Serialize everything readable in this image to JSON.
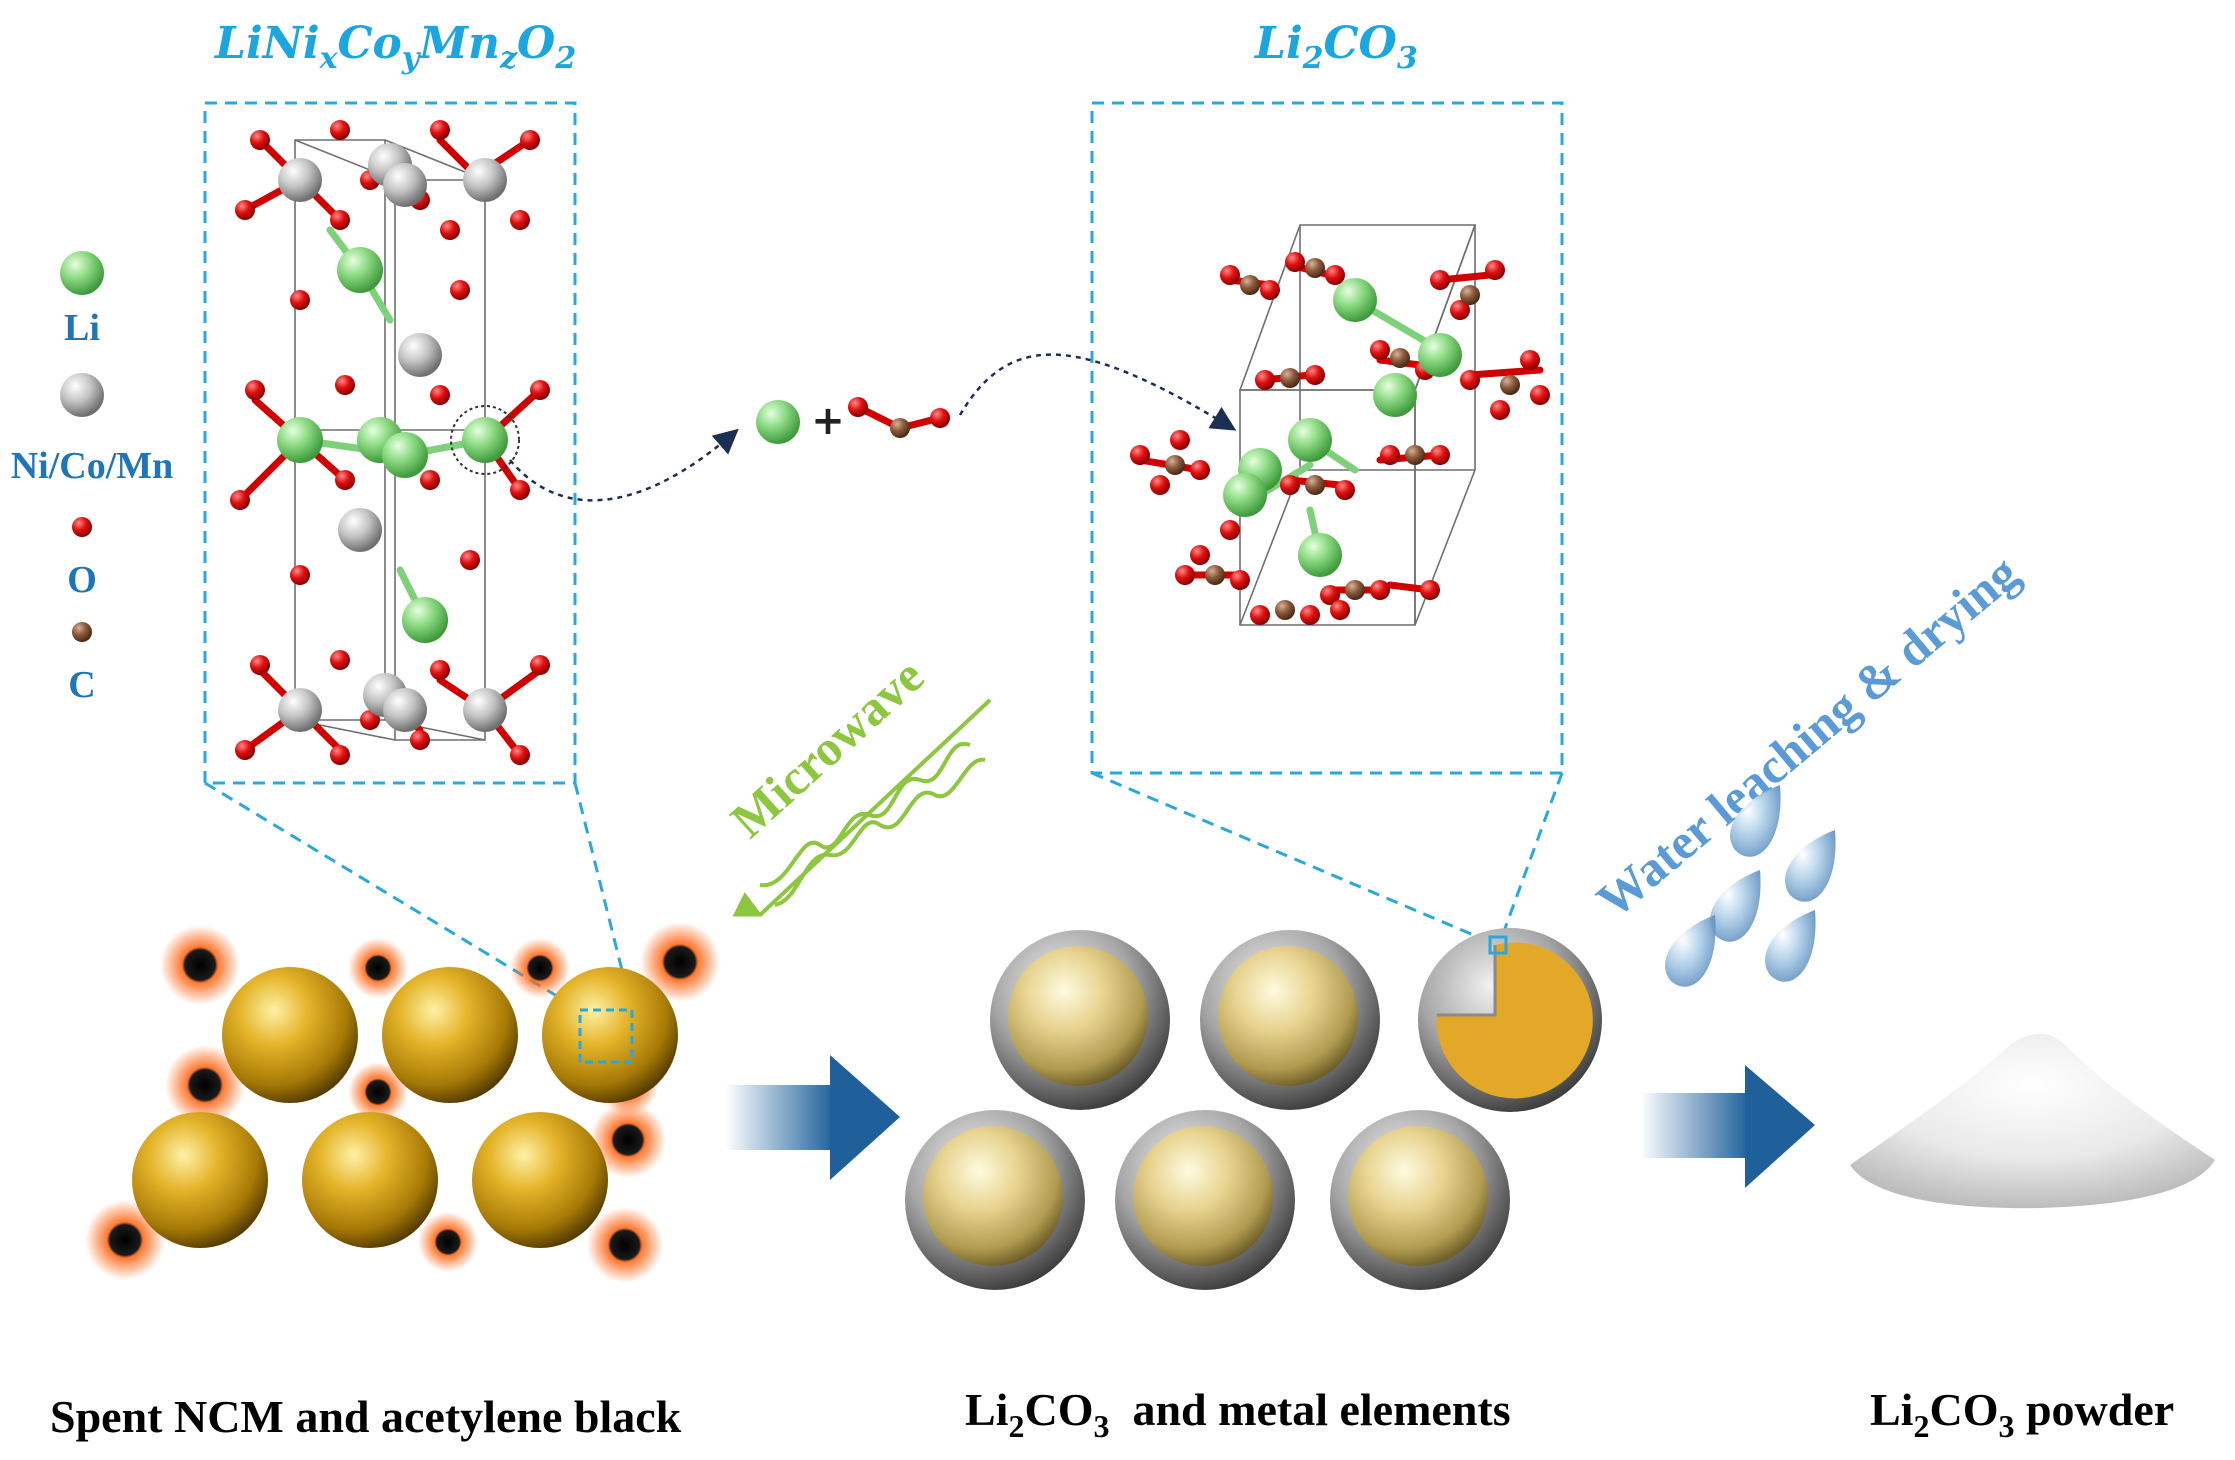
{
  "structures": {
    "ncm": {
      "formula_main": "LiNi",
      "sub_x": "x",
      "co": "Co",
      "sub_y": "y",
      "mn": "Mn",
      "sub_z": "z",
      "o": "O",
      "sub_2": "2"
    },
    "product": {
      "formula_main": "Li",
      "sub_2": "2",
      "co": "CO",
      "sub_3": "3"
    }
  },
  "legend": [
    {
      "label": "Li",
      "color": "#7fd07a"
    },
    {
      "label": "Ni/Co/Mn",
      "color": "#c0c0c0"
    },
    {
      "label": "O",
      "color": "#d10000"
    },
    {
      "label": "C",
      "color": "#8b5a3c"
    }
  ],
  "reaction": {
    "plus": "+"
  },
  "process": {
    "microwave": "Microwave",
    "water_leaching": "Water leaching & drying"
  },
  "captions": {
    "left": "Spent NCM and acetylene black",
    "middle_prefix": "Li",
    "middle_sub2": "2",
    "middle_co": "CO",
    "middle_sub3": "3",
    "middle_rest": "  and metal elements",
    "right_prefix": "Li",
    "right_sub2": "2",
    "right_co": "CO",
    "right_sub3": "3",
    "right_rest": " powder"
  },
  "colors": {
    "accent_blue": "#29a8e0",
    "legend_blue": "#1f75b8",
    "microwave_green": "#8dc63f",
    "water_blue": "#5a9ad6",
    "li_green": "#7fd07a",
    "oxygen_red": "#d10000",
    "carbon_brown": "#8b5a3c",
    "tm_gray": "#c0c0c0",
    "ncm_gold": "#d3a019",
    "arrow_blue": "#1f5f9a"
  }
}
